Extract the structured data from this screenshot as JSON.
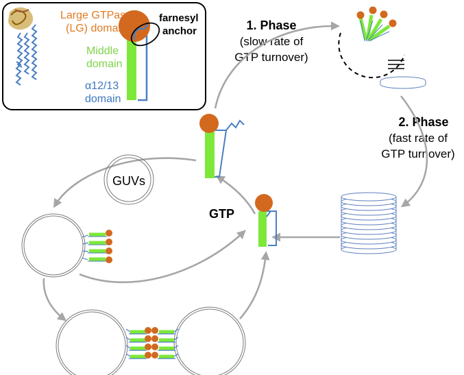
{
  "inset": {
    "lg_domain_line1": "Large GTPase",
    "lg_domain_line2": "(LG) domain",
    "middle_line1": "Middle",
    "middle_line2": "domain",
    "alpha_line1": "α12/13",
    "alpha_line2": "domain",
    "farnesyl_line1": "farnesyl",
    "farnesyl_line2": "anchor"
  },
  "phase1": {
    "title": "1. Phase",
    "line1": "(slow rate of",
    "line2": "GTP turnover)"
  },
  "phase2": {
    "title": "2. Phase",
    "line1": "(fast rate of",
    "line2": "GTP turnover)"
  },
  "guvs_label": "GUVs",
  "gtp_label": "GTP",
  "colors": {
    "lg_domain": "#d2691e",
    "middle_domain": "#7ee83a",
    "alpha_domain": "#4a7fc1",
    "arrow": "#a6a6a6",
    "lg_text": "#e07b22",
    "middle_text": "#7ed348",
    "alpha_text": "#3d78c0"
  }
}
